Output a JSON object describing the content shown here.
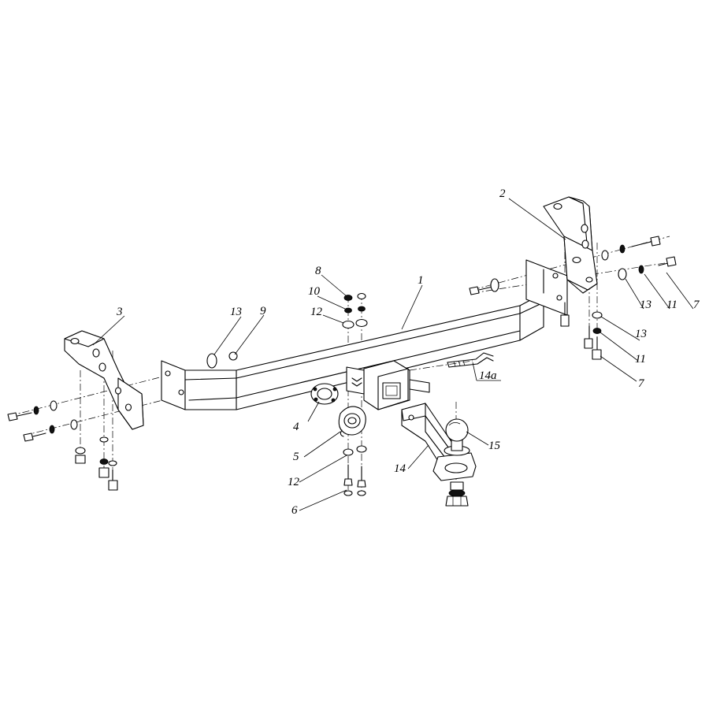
{
  "labels": {
    "l1": "1",
    "l2": "2",
    "l3": "3",
    "l4": "4",
    "l5": "5",
    "l6": "6",
    "l7a": "7",
    "l7b": "7",
    "l8": "8",
    "l9": "9",
    "l10": "10",
    "l11a": "11",
    "l11b": "11",
    "l12a": "12",
    "l12b": "12",
    "l13a": "13",
    "l13b": "13",
    "l13c": "13",
    "l14": "14",
    "l14a": "14a",
    "l15": "15"
  }
}
